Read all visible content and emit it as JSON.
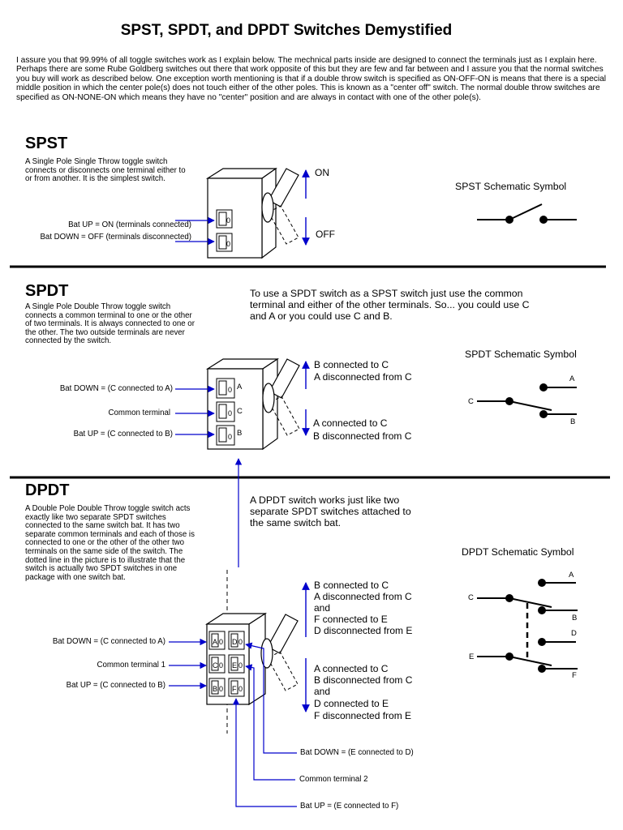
{
  "title": "SPST, SPDT, and DPDT Switches Demystified",
  "intro": "I assure you that 99.99% of all toggle switches work as I explain below. The mechnical parts inside are designed to connect the terminals just as I explain here. Perhaps there are some Rube Goldberg switches out there that work opposite of this but they are few and far between and I assure you that the normal switches you buy will work as described below. One exception worth mentioning is that if a double throw switch is specified as ON-OFF-ON is means that there is a special middle position in which the center pole(s) does not touch either of the other poles. This is known as a \"center off\" switch. The normal double throw switches are specified as ON-NONE-ON which means they have no \"center\" position and are always in contact with one of the other pole(s).",
  "spst": {
    "heading": "SPST",
    "description": "A Single Pole Single Throw toggle switch connects or disconnects one terminal either to or from another. It is the simplest switch.",
    "label_up": "Bat UP = ON (terminals connected)",
    "label_down": "Bat DOWN = OFF (terminals disconnected)",
    "state_on": "ON",
    "state_off": "OFF",
    "schematic_title": "SPST Schematic Symbol",
    "terminal_mark": "0"
  },
  "spdt": {
    "heading": "SPDT",
    "description": "A Single Pole Double Throw toggle switch connects a common terminal to one or the other of two terminals. It is always connected to one or the other. The two outside terminals are never connected by the switch.",
    "usage": "To use a SPDT switch as a SPST switch just use the common terminal and either of the other terminals. So... you could use C and A or you could use C and B.",
    "label_a": "Bat DOWN = (C connected to A)",
    "label_c": "Common terminal",
    "label_b": "Bat UP = (C connected to B)",
    "up_line1": "B connected to C",
    "up_line2": "A disconnected from C",
    "down_line1": "A connected to C",
    "down_line2": "B disconnected from C",
    "schematic_title": "SPDT Schematic Symbol",
    "terminals": [
      "A",
      "C",
      "B"
    ],
    "terminal_mark": "0"
  },
  "dpdt": {
    "heading": "DPDT",
    "description": "A Double Pole Double Throw toggle switch acts exactly like two separate SPDT switches connected to the same switch bat. It has two separate common terminals and each of those is connected to one or the other of the other two terminals on the same side of the switch. The dotted line in the picture is to illustrate that the switch is actually two SPDT switches in one package with one switch bat.",
    "note": "A DPDT switch works just like two separate SPDT switches attached to the same switch bat.",
    "label_a": "Bat DOWN = (C connected to A)",
    "label_c": "Common terminal 1",
    "label_b": "Bat UP = (C connected to B)",
    "label_d": "Bat DOWN = (E connected to D)",
    "label_e": "Common terminal 2",
    "label_f": "Bat UP = (E connected to F)",
    "up_lines": [
      "B connected to C",
      "A disconnected from C",
      "and",
      "F connected to E",
      "D disconnected from E"
    ],
    "down_lines": [
      "A connected to C",
      "B disconnected from C",
      "and",
      "D connected to E",
      "F disconnected from E"
    ],
    "schematic_title": "DPDT Schematic Symbol",
    "terminals": [
      "A",
      "C",
      "B",
      "D",
      "E",
      "F"
    ],
    "terminal_mark": "0"
  },
  "colors": {
    "arrow": "#0000cc",
    "line": "#000000"
  }
}
